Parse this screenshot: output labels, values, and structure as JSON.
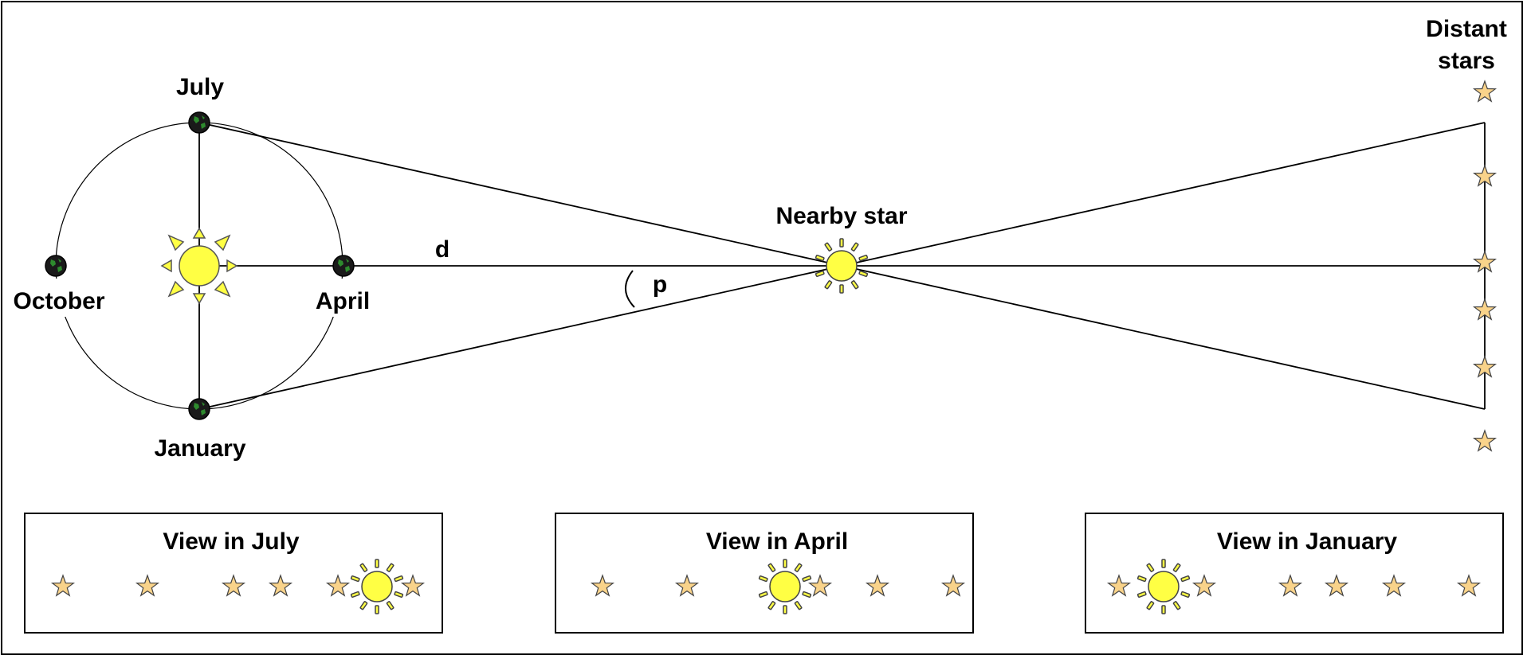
{
  "diagram": {
    "orbit_labels": {
      "july": "July",
      "april": "April",
      "october": "October",
      "january": "January"
    },
    "distance_label": "d",
    "angle_label": "p",
    "nearby_star_label": "Nearby star",
    "distant_stars_label_line1": "Distant",
    "distant_stars_label_line2": "stars"
  },
  "panels": [
    {
      "title": "View in July"
    },
    {
      "title": "View in April"
    },
    {
      "title": "View in January"
    }
  ],
  "colors": {
    "sun_fill": "#ffff44",
    "star_fill": "#f9d38a",
    "earth_fill": "#1a1a1a",
    "earth_land": "#2e8b2e",
    "line": "#000000"
  },
  "icons": {
    "sun": "sun-icon",
    "earth": "earth-icon",
    "star": "star-icon",
    "nearby_star": "nearby-star-icon"
  }
}
